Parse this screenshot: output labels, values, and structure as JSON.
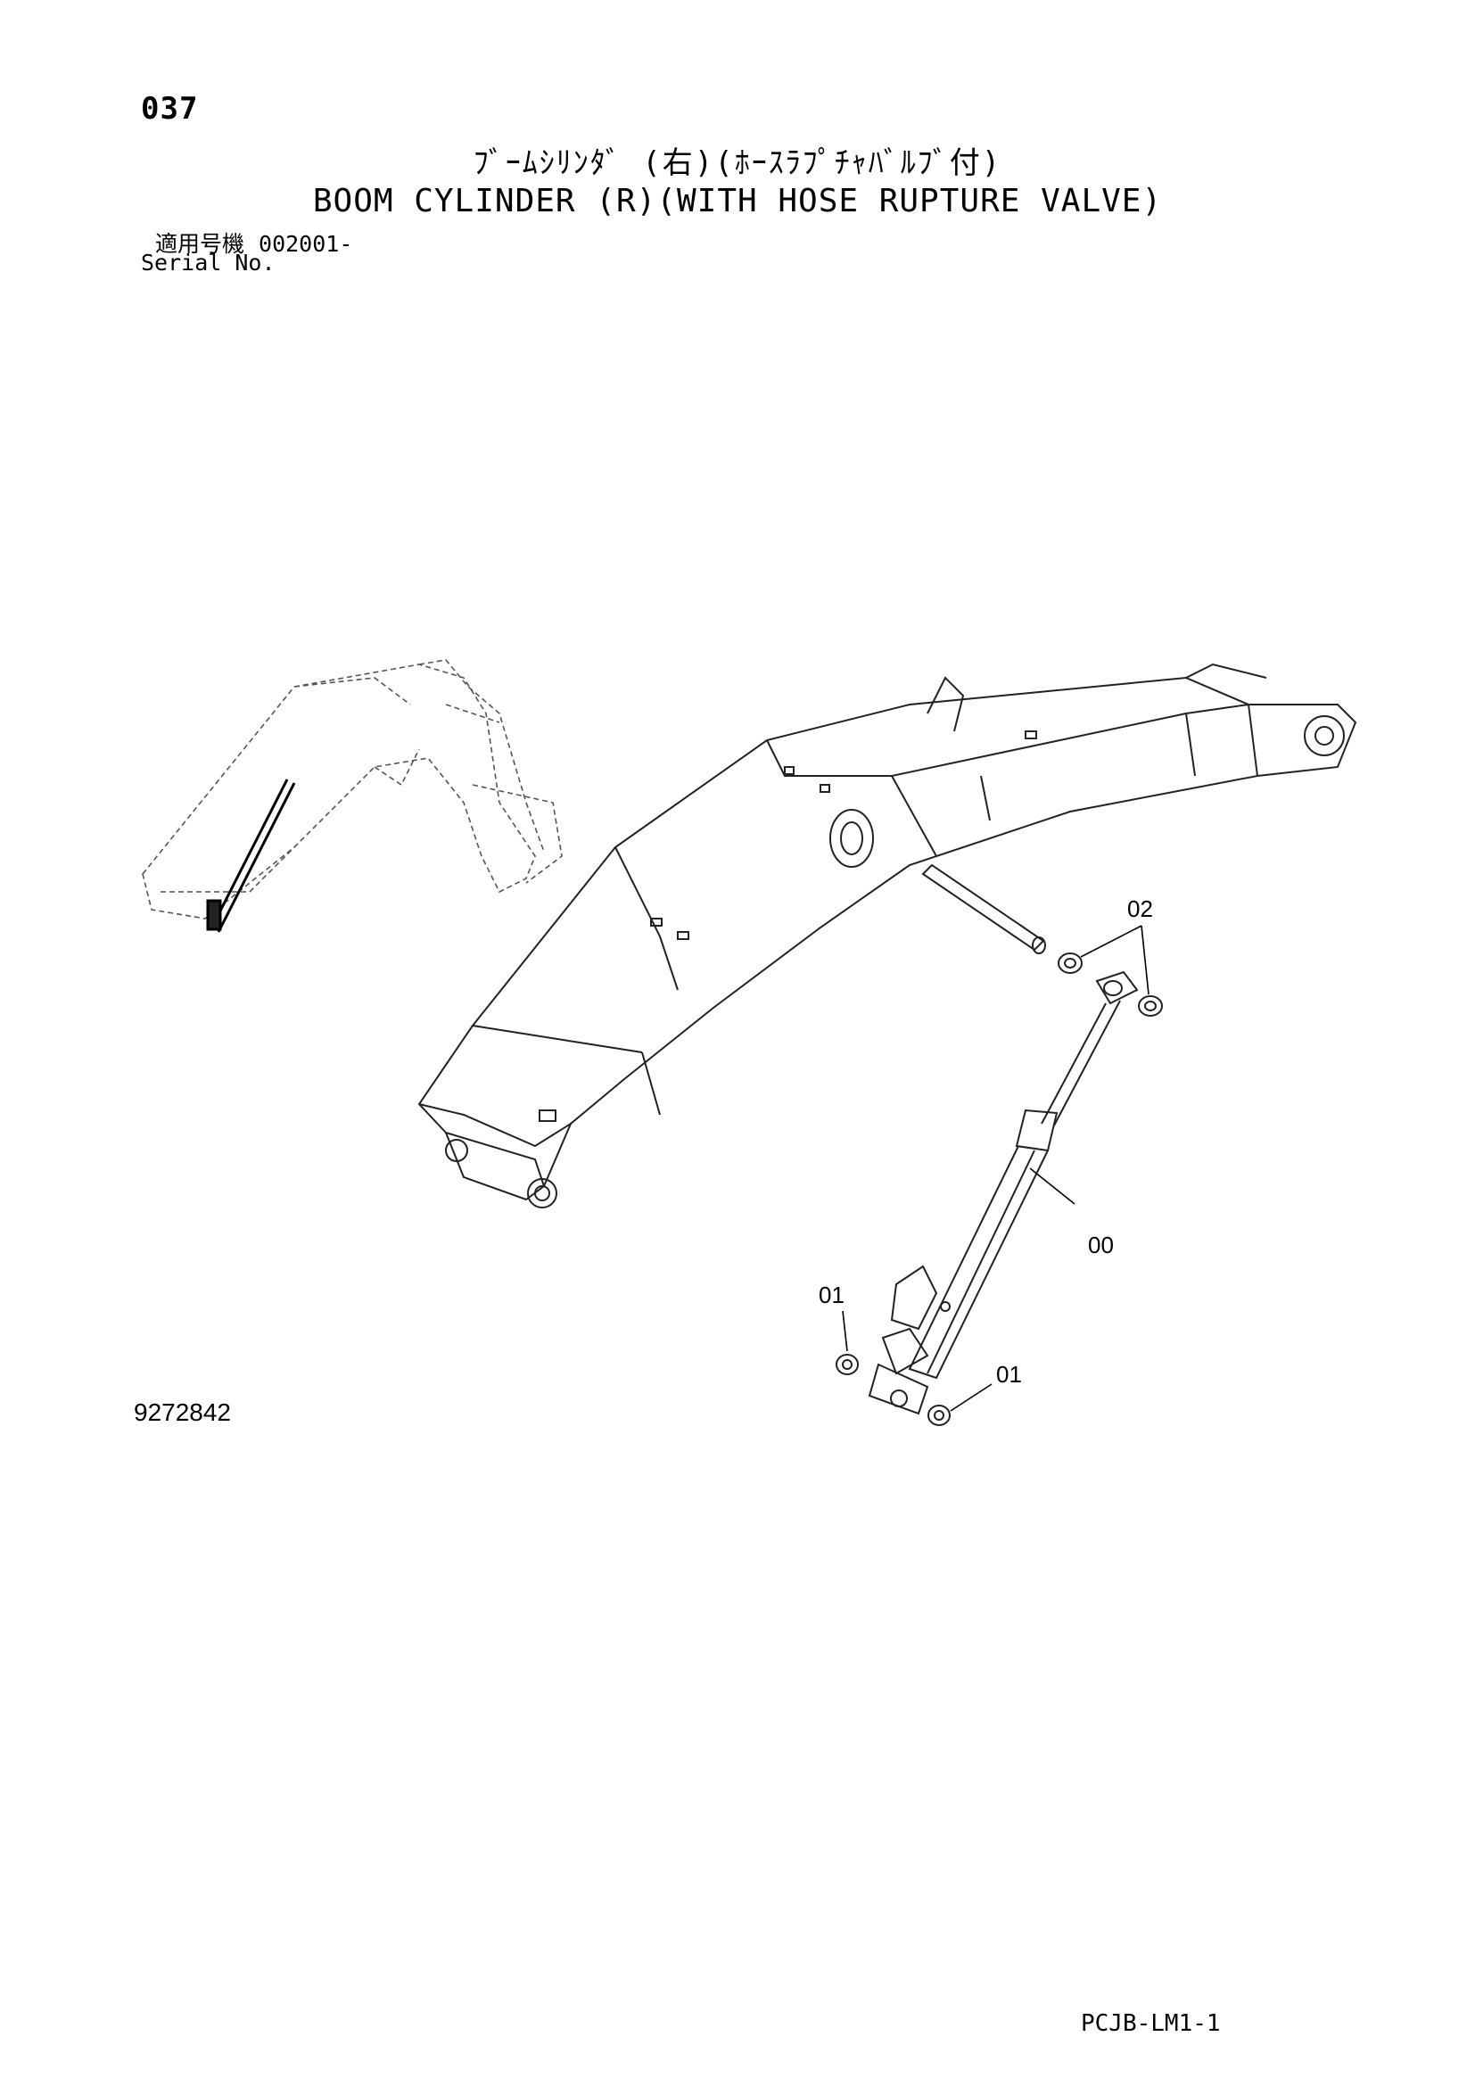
{
  "header": {
    "page_number": "037",
    "title_jp": "ﾌﾞｰﾑｼﾘﾝﾀﾞ (右)(ﾎｰｽﾗﾌﾟﾁｬﾊﾞﾙﾌﾞ付)",
    "title_en": "BOOM CYLINDER (R)(WITH HOSE RUPTURE VALVE)",
    "serial_label_jp": "適用号機",
    "serial_value": "002001-",
    "serial_label_en": "Serial No."
  },
  "diagram": {
    "callouts": [
      {
        "label": "02"
      },
      {
        "label": "00"
      },
      {
        "label": "01"
      },
      {
        "label": "01"
      }
    ]
  },
  "footer": {
    "drawing_number": "9272842",
    "page_code": "PCJB-LM1-1"
  }
}
